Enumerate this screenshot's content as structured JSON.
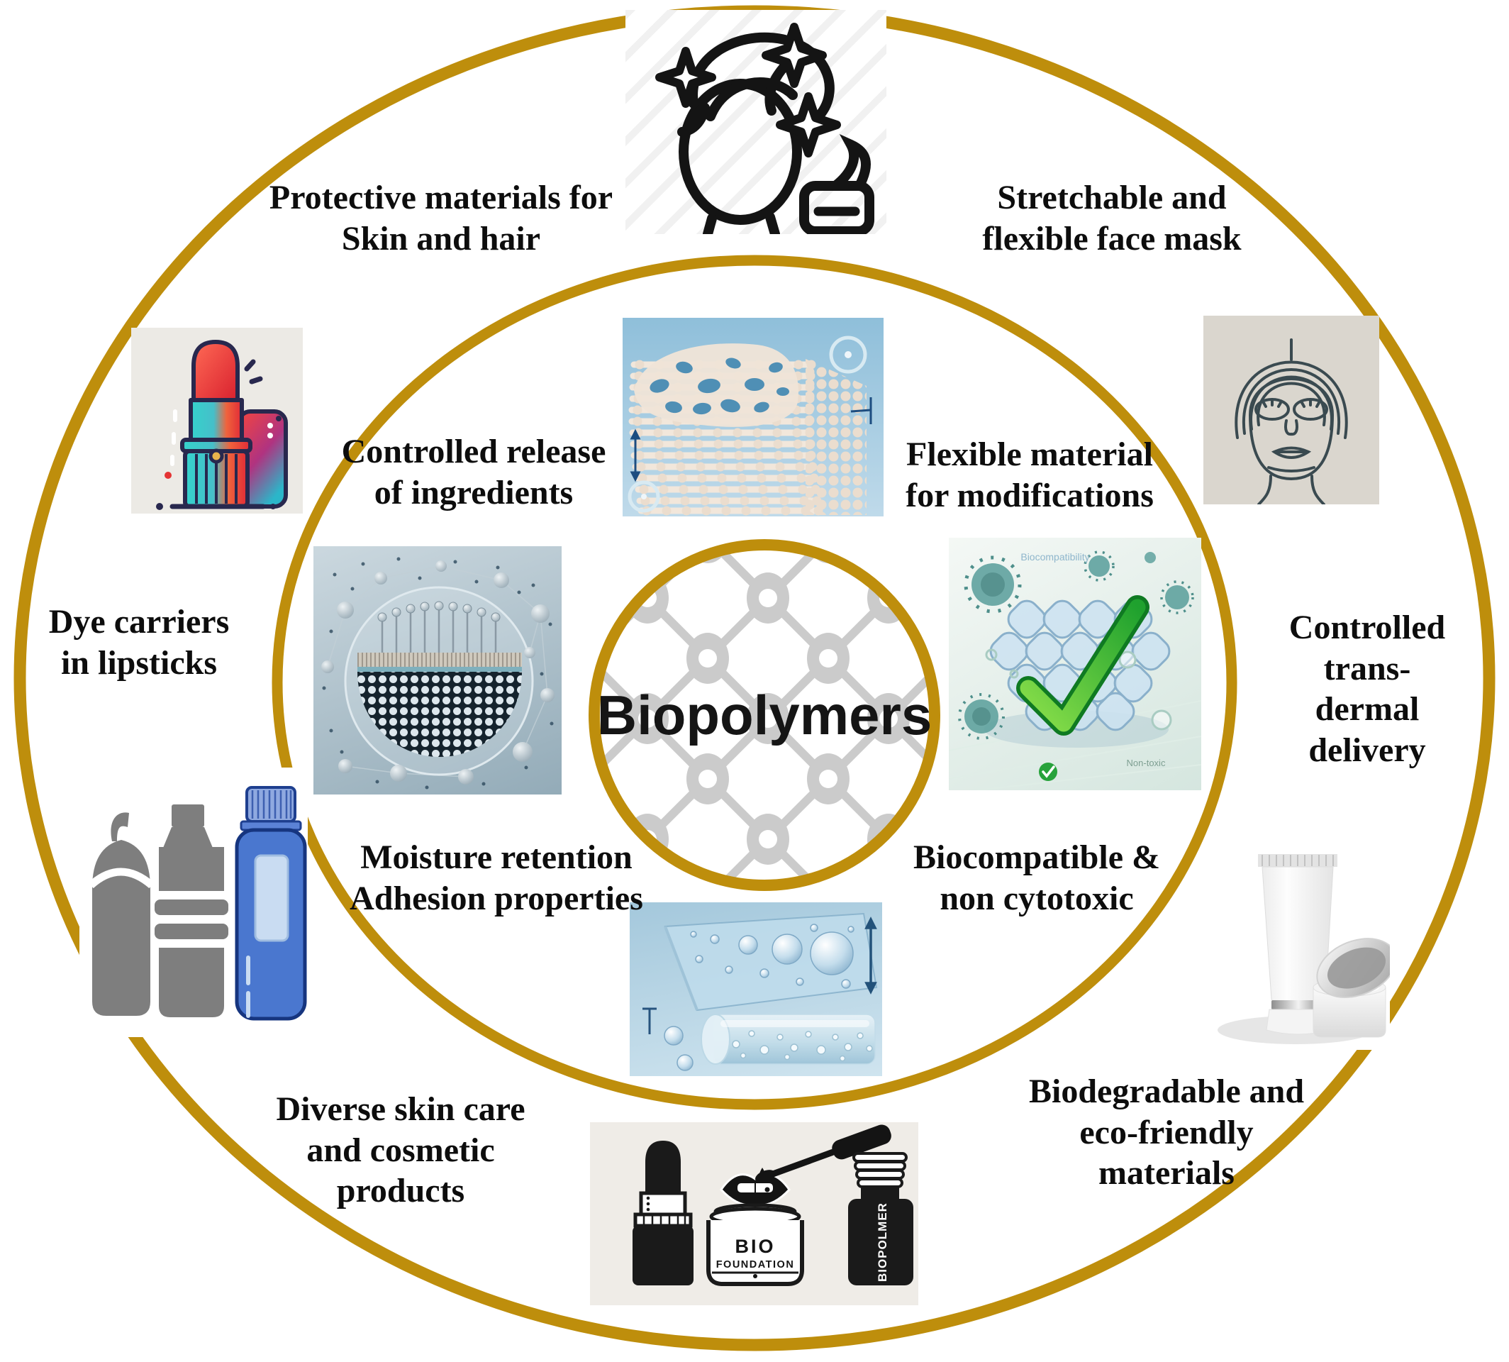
{
  "center": {
    "label": "Biopolymers"
  },
  "outer_labels": {
    "protective": "Protective materials for\nSkin and hair",
    "stretchable": "Stretchable and\nflexible face mask",
    "dye_carriers": "Dye carriers\nin lipsticks",
    "transdermal": "Controlled\ntrans-dermal\ndelivery",
    "diverse": "Diverse skin care\nand cosmetic\nproducts",
    "biodegradable": "Biodegradable and\neco-friendly\nmaterials"
  },
  "inner_labels": {
    "controlled_release": "Controlled release\nof ingredients",
    "flexible_material": "Flexible material\nfor modifications",
    "moisture": "Moisture retention\nAdhesion properties",
    "biocompatible": "Biocompatible &\nnon cytotoxic"
  },
  "illustration_text": {
    "bio_jar_line1": "BIO",
    "bio_jar_line2": "FOUNDATION",
    "biopolymer_tube": "BIOPOLMER",
    "biocompatibility_caption": "Biocompatibility",
    "nontoxic_caption": "Non-toxic"
  },
  "colors": {
    "ring_gold": "#BE8E0C",
    "label_text": "#0d0d0d",
    "lattice_gray": "#CBCBCB",
    "check_green": "#27A23B",
    "blue_bottle": "#4A77CF",
    "mesh_blue_bg": "#8FBFDA"
  }
}
